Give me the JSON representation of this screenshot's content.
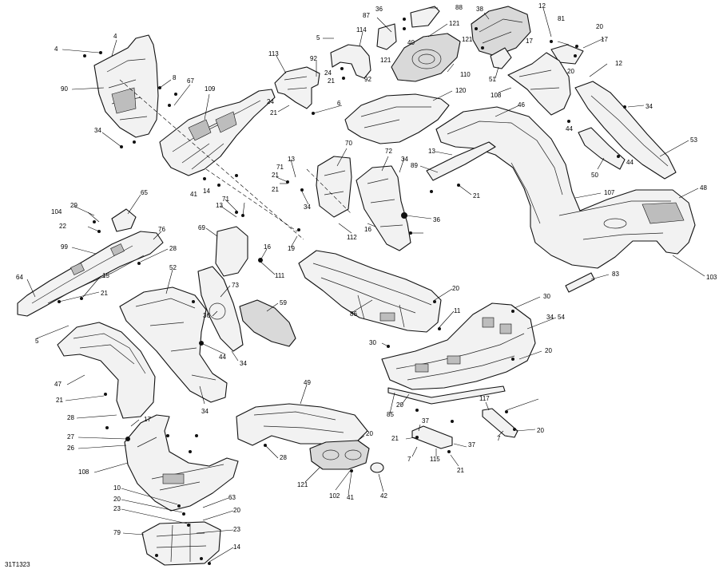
{
  "diagram": {
    "reference_code": "31T1323",
    "callouts": [
      "4",
      "4",
      "90",
      "8",
      "67",
      "34",
      "109",
      "5",
      "114",
      "87",
      "24",
      "92",
      "21",
      "113",
      "24",
      "21",
      "92",
      "36",
      "40",
      "121",
      "121",
      "88",
      "110",
      "38",
      "121",
      "51",
      "12",
      "17",
      "81",
      "20",
      "17",
      "108",
      "20",
      "12",
      "6",
      "120",
      "46",
      "34",
      "44",
      "53",
      "44",
      "50",
      "107",
      "48",
      "103",
      "13",
      "89",
      "21",
      "70",
      "72",
      "13",
      "21",
      "71",
      "34",
      "21",
      "36",
      "34",
      "112",
      "16",
      "104",
      "29",
      "22",
      "65",
      "99",
      "76",
      "28",
      "64",
      "15",
      "21",
      "69",
      "71",
      "13",
      "16",
      "19",
      "111",
      "52",
      "73",
      "59",
      "36",
      "44",
      "34",
      "86",
      "20",
      "11",
      "83",
      "30",
      "54",
      "30",
      "20",
      "5",
      "47",
      "21",
      "28",
      "34",
      "17",
      "27",
      "26",
      "108",
      "10",
      "20",
      "23",
      "79",
      "63",
      "20",
      "23",
      "14",
      "49",
      "20",
      "28",
      "121",
      "102",
      "41",
      "42",
      "85",
      "20",
      "21",
      "37",
      "7",
      "115",
      "21",
      "37",
      "117",
      "7",
      "20",
      "34",
      "41",
      "14"
    ]
  }
}
